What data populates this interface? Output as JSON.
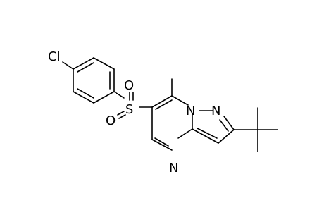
{
  "atoms": {
    "cl": "Cl",
    "s": "S",
    "o_top": "O",
    "o_bottom": "O",
    "n_bridge": "N",
    "n_pyrazole": "N",
    "n_pyrimidine": "N"
  }
}
